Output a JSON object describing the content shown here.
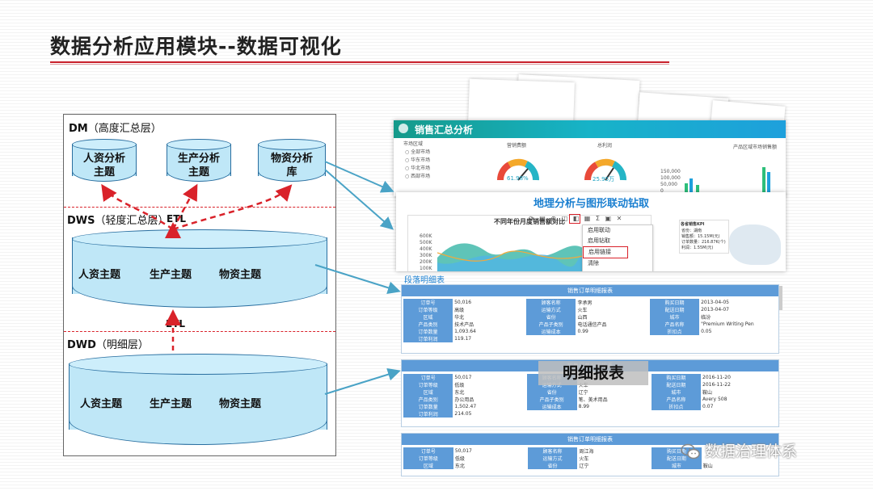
{
  "slide": {
    "title": "数据分析应用模块--数据可视化"
  },
  "architecture": {
    "dm": {
      "label": "DM",
      "label_sub": "（高度汇总层）",
      "cylinders": [
        {
          "line1": "人资分析",
          "line2": "主题"
        },
        {
          "line1": "生产分析",
          "line2": "主题"
        },
        {
          "line1": "物资分析",
          "line2": "库"
        }
      ]
    },
    "dws": {
      "label": "DWS",
      "label_sub": "（轻度汇总层）",
      "etl": "ETL",
      "subjects": [
        "人资主题",
        "生产主题",
        "物资主题"
      ]
    },
    "etl_mid": "ETL",
    "dwd": {
      "label": "DWD",
      "label_sub": "（明细层）",
      "subjects": [
        "人资主题",
        "生产主题",
        "物资主题"
      ]
    }
  },
  "sales_dashboard": {
    "title": "销售汇总分析",
    "kpi1_label": "营销费额",
    "kpi1_value": "61.98%",
    "kpi2_label": "总利润",
    "kpi2_value": "25.95万",
    "filter_label": "市场区域",
    "filter_options": [
      "全部市场",
      "华东市场",
      "华北市场",
      "西部市场"
    ],
    "right_label": "产品区域市场销售额",
    "y_ticks": [
      "150,000",
      "100,000",
      "50,000",
      "0"
    ]
  },
  "geo_report": {
    "title": "地理分析与图形联动钻取",
    "chart_title": "不同年份月度销售额对比",
    "y_ticks": [
      "600K",
      "500K",
      "400K",
      "300K",
      "200K",
      "100K"
    ],
    "menu_items": [
      "启用联动",
      "启用钻取",
      "启用链接",
      "清除"
    ],
    "kpi_box_title": "各省销售KPI",
    "kpi_box_lines": [
      "省份：湖南",
      "销售额：15.15M(元)",
      "订单数量：216.87K(个)",
      "利润：1.55M(元)"
    ]
  },
  "detail": {
    "section_title": "段落明细表",
    "report_title": "销售订单明细报表",
    "overlay_label": "明细报表",
    "reports": [
      {
        "rows": [
          [
            "订单号",
            "50,016",
            "顾客名称",
            "李承男",
            "购买日期",
            "2013-04-05"
          ],
          [
            "订单等级",
            "高级",
            "运输方式",
            "火车",
            "配送日期",
            "2013-04-07"
          ],
          [
            "区域",
            "华北",
            "省份",
            "山西",
            "城市",
            "临汾"
          ],
          [
            "产品类别",
            "技术产品",
            "产品子类别",
            "电话通信产品",
            "产品名称",
            "\"Premium Writing Pen"
          ],
          [
            "订单数量",
            "1,093.64",
            "运输成本",
            "0.99",
            "折扣点",
            "0.05"
          ],
          [
            "订单利润",
            "119.17",
            "",
            "",
            "",
            ""
          ]
        ]
      },
      {
        "rows": [
          [
            "订单号",
            "50,017",
            "顾客名称",
            "周江海",
            "购买日期",
            "2016-11-20"
          ],
          [
            "订单等级",
            "低级",
            "运输方式",
            "火车",
            "配送日期",
            "2016-11-22"
          ],
          [
            "区域",
            "东北",
            "省份",
            "辽宁",
            "城市",
            "鞍山"
          ],
          [
            "产品类别",
            "办公用品",
            "产品子类别",
            "笔、美术用品",
            "产品名称",
            "Avery 508"
          ],
          [
            "订单数量",
            "1,502.47",
            "运输成本",
            "8.99",
            "折扣点",
            "0.07"
          ],
          [
            "订单利润",
            "214.05",
            "",
            "",
            "",
            ""
          ]
        ]
      },
      {
        "rows": [
          [
            "订单号",
            "50,017",
            "顾客名称",
            "周江海",
            "购买日期",
            ""
          ],
          [
            "订单等级",
            "低级",
            "运输方式",
            "火车",
            "配送日期",
            ""
          ],
          [
            "区域",
            "东北",
            "省份",
            "辽宁",
            "城市",
            "鞍山"
          ]
        ]
      }
    ]
  },
  "watermark": {
    "text": "数据治理体系"
  },
  "colors": {
    "title_rule": "#c8202a",
    "dash": "#d9222a",
    "cylinder_fill": "#bfe7f7",
    "cylinder_stroke": "#2a6fa0",
    "link_arrow": "#4aa3c6",
    "header_teal": "#17b3c8",
    "report_blue": "#5d9bd8"
  }
}
